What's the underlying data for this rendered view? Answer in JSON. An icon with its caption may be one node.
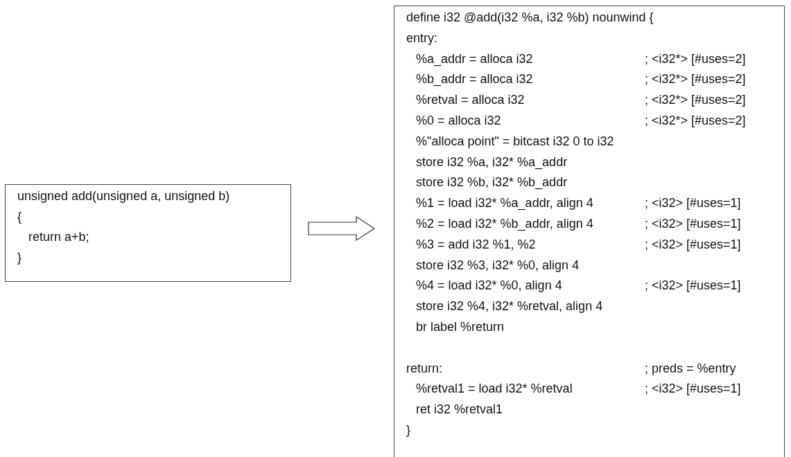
{
  "diagram": {
    "nodes": [
      {
        "text": [
          "unsigned add(unsigned a, unsigned b)",
          "{",
          "return a+b;",
          "}"
        ]
      },
      {
        "text": [
          "define i32 @add(i32 %a, i32 %b) nounwind {",
          "entry:",
          "%a_addr = alloca i32",
          "; <i32*> [#uses=2]",
          "%b_addr = alloca i32",
          "; <i32*> [#uses=2]",
          "%retval = alloca i32",
          "; <i32*> [#uses=2]",
          "%0 = alloca i32",
          "; <i32*> [#uses=2]",
          "%\"alloca point\" = bitcast i32 0 to i32",
          "store i32 %a, i32* %a_addr",
          "store i32 %b, i32* %b_addr",
          "%1 = load i32* %a_addr, align 4",
          "; <i32> [#uses=1]",
          "%2 = load i32* %b_addr, align 4",
          "; <i32> [#uses=1]",
          "%3 = add i32 %1, %2",
          "; <i32> [#uses=1]",
          "store i32 %3, i32* %0, align 4",
          "%4 = load i32* %0, align 4",
          "; <i32> [#uses=1]",
          "store i32 %4, i32* %retval, align 4",
          "br label %return",
          "return:",
          "; preds = %entry",
          "%retval1 = load i32* %retval",
          "; <i32> [#uses=1]",
          "ret i32 %retval1",
          "}"
        ]
      }
    ],
    "edges": [
      {
        "from": 0,
        "to": 1,
        "arrow": "to"
      }
    ]
  }
}
